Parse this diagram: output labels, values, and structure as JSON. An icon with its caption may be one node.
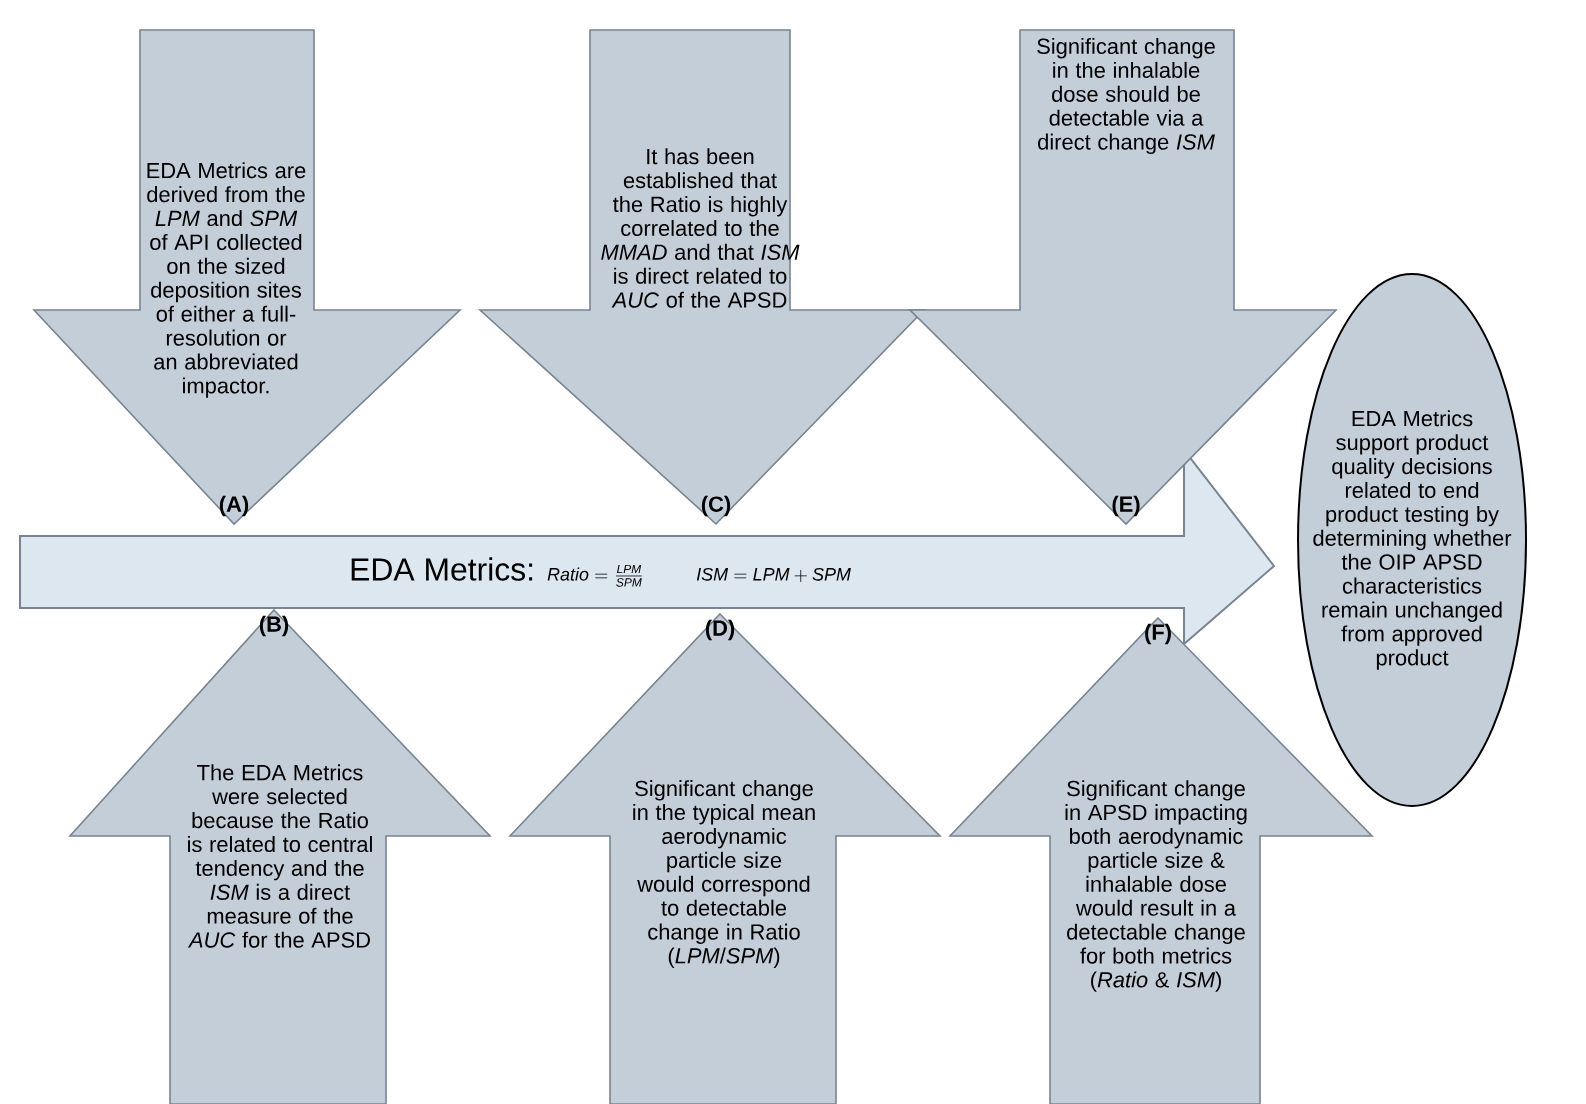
{
  "diagram": {
    "nodes": [
      {
        "text": [
          "EDA Metrics are derived from the *LPM* and *SPM* of API collected on the sized deposition sites of either a full-resolution or an abbreviated impactor.",
          "(A)"
        ]
      },
      {
        "text": [
          "It has been established that the Ratio is highly correlated to the *MMAD* and that *ISM* is direct related to *AUC* of the APSD",
          "(C)"
        ]
      },
      {
        "text": [
          "Significant change in the inhalable dose should be detectable via a direct change *ISM*",
          "(E)"
        ]
      },
      {
        "text": [
          "EDA Metrics:",
          "\\mathit{Ratio}=\\frac{\\mathit{LPM}}{\\mathit{SPM}}",
          "\\mathit{ISM}=\\mathit{LPM}+\\mathit{SPM}"
        ]
      },
      {
        "text": [
          "EDA Metrics support product quality decisions related to end product testing by determining whether the OIP APSD characteristics remain unchanged from approved product"
        ]
      },
      {
        "text": [
          "(B)",
          "The EDA Metrics were selected because the Ratio is related to central tendency and the *ISM* is a direct measure of the *AUC* for the APSD"
        ]
      },
      {
        "text": [
          "(D)",
          "Significant change in the typical mean aerodynamic particle size would correspond to detectable change in Ratio (*LPM*/*SPM*)"
        ]
      },
      {
        "text": [
          "(F)",
          "Significant change in APSD impacting both aerodynamic particle size & inhalable dose would result in a detectable change for both metrics (*Ratio* & *ISM*)"
        ]
      }
    ]
  }
}
